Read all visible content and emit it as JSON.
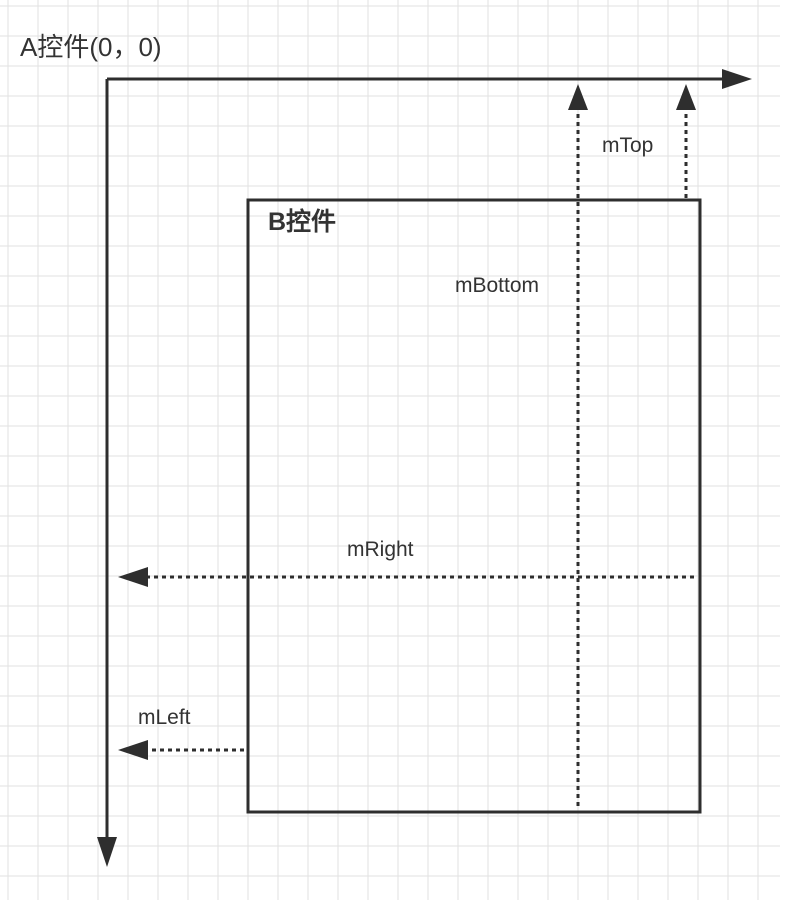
{
  "origin_label": "A控件(0，0)",
  "view_label": "B控件",
  "labels": {
    "top": "mTop",
    "bottom": "mBottom",
    "right": "mRight",
    "left": "mLeft"
  },
  "colors": {
    "grid": "#e2e2e2",
    "line": "#2e2e2e",
    "text": "#333333",
    "background": "#ffffff"
  }
}
